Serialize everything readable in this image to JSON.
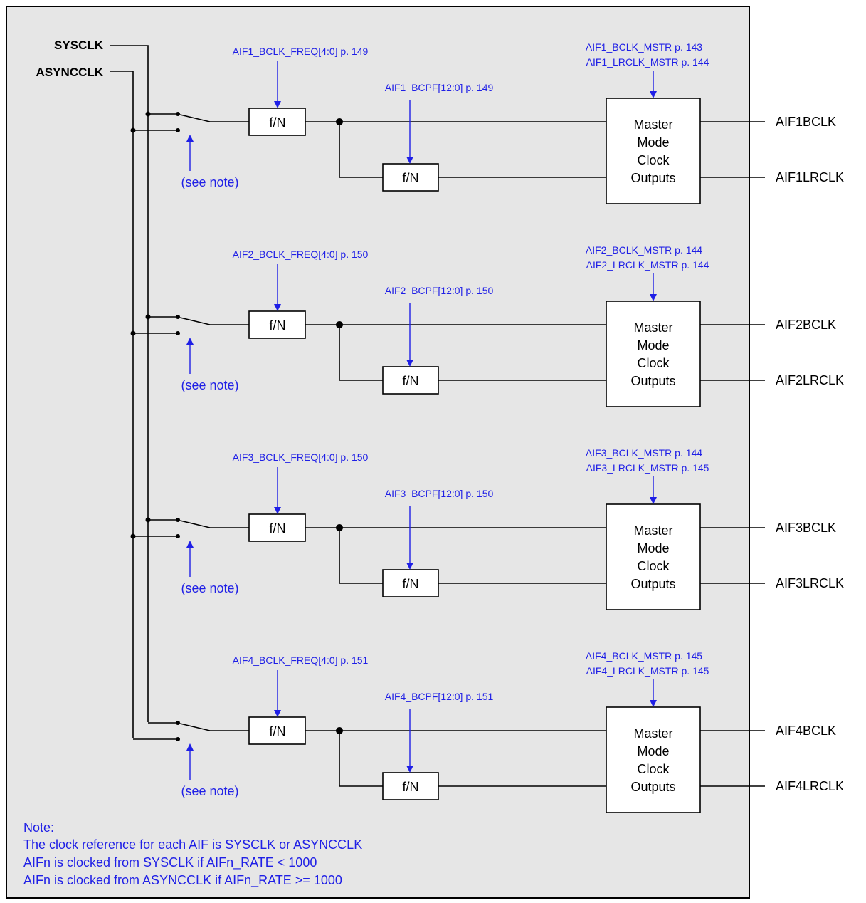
{
  "inputs": {
    "sysclk": "SYSCLK",
    "asyncclk": "ASYNCCLK"
  },
  "see_note": "(see note)",
  "divider_label": "f/N",
  "master_box_lines": [
    "Master",
    "Mode",
    "Clock",
    "Outputs"
  ],
  "aifs": [
    {
      "bclk_freq_reg": "AIF1_BCLK_FREQ[4:0] p. 149",
      "bcpf_reg": "AIF1_BCPF[12:0] p. 149",
      "bclk_mstr_reg": "AIF1_BCLK_MSTR p. 143",
      "lrclk_mstr_reg": "AIF1_LRCLK_MSTR p. 144",
      "bclk_out": "AIF1BCLK",
      "lrclk_out": "AIF1LRCLK"
    },
    {
      "bclk_freq_reg": "AIF2_BCLK_FREQ[4:0] p. 150",
      "bcpf_reg": "AIF2_BCPF[12:0] p. 150",
      "bclk_mstr_reg": "AIF2_BCLK_MSTR p. 144",
      "lrclk_mstr_reg": "AIF2_LRCLK_MSTR p. 144",
      "bclk_out": "AIF2BCLK",
      "lrclk_out": "AIF2LRCLK"
    },
    {
      "bclk_freq_reg": "AIF3_BCLK_FREQ[4:0] p. 150",
      "bcpf_reg": "AIF3_BCPF[12:0] p. 150",
      "bclk_mstr_reg": "AIF3_BCLK_MSTR p. 144",
      "lrclk_mstr_reg": "AIF3_LRCLK_MSTR p. 145",
      "bclk_out": "AIF3BCLK",
      "lrclk_out": "AIF3LRCLK"
    },
    {
      "bclk_freq_reg": "AIF4_BCLK_FREQ[4:0] p. 151",
      "bcpf_reg": "AIF4_BCPF[12:0] p. 151",
      "bclk_mstr_reg": "AIF4_BCLK_MSTR p. 145",
      "lrclk_mstr_reg": "AIF4_LRCLK_MSTR p. 145",
      "bclk_out": "AIF4BCLK",
      "lrclk_out": "AIF4LRCLK"
    }
  ],
  "note": {
    "heading": "Note:",
    "lines": [
      "The clock reference for each AIF is SYSCLK or ASYNCCLK",
      "AIFn is clocked from SYSCLK if AIFn_RATE < 1000",
      "AIFn is clocked from ASYNCCLK if AIFn_RATE >= 1000"
    ]
  },
  "colors": {
    "panel_fill": "#e6e6e6",
    "annotation_blue": "#1f1fe6",
    "line_black": "#000000"
  }
}
